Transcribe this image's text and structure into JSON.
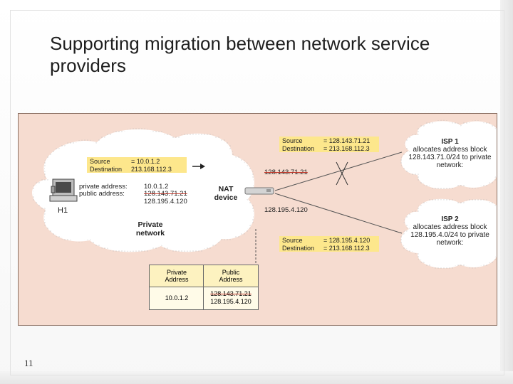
{
  "slide": {
    "title": "Supporting migration between network service providers",
    "number": "11"
  },
  "diagram": {
    "h1_source_box": {
      "source_label": "Source",
      "source_value": "= 10.0.1.2",
      "dest_label": "Destination",
      "dest_value": "213.168.112.3"
    },
    "isp1_source_box": {
      "source_label": "Source",
      "source_value": "= 128.143.71.21",
      "dest_label": "Destination",
      "dest_value": "= 213.168.112.3"
    },
    "isp2_source_box": {
      "source_label": "Source",
      "source_value": "= 128.195.4.120",
      "dest_label": "Destination",
      "dest_value": "= 213.168.112.3"
    },
    "host": {
      "name": "H1",
      "private_label": "private address:",
      "public_label": "public address:",
      "private_value": "10.0.1.2",
      "public_value_old": "128.143.71.21",
      "public_value_new": "128.195.4.120"
    },
    "nat": {
      "line1": "NAT",
      "line2": "device"
    },
    "private_network": {
      "line1": "Private",
      "line2": "network"
    },
    "link_labels": {
      "to_isp1": "128.143.71.21",
      "to_isp2": "128.195.4.120"
    },
    "isp1": {
      "name": "ISP 1",
      "line1": "allocates address block",
      "line2": "128.143.71.0/24  to private",
      "line3": "network:"
    },
    "isp2": {
      "name": "ISP 2",
      "line1": "allocates address block",
      "line2": "128.195.4.0/24  to private",
      "line3": "network:"
    },
    "nat_table": {
      "col1_h1": "Private",
      "col1_h2": "Address",
      "col2_h1": "Public",
      "col2_h2": "Address",
      "private_value": "10.0.1.2",
      "public_old": "128.143.71.21",
      "public_new": "128.195.4.120"
    },
    "colors": {
      "background": "#f6dcd0",
      "label_box": "#fde78c",
      "cloud": "#ffffff",
      "strike": "#c0392b"
    }
  }
}
